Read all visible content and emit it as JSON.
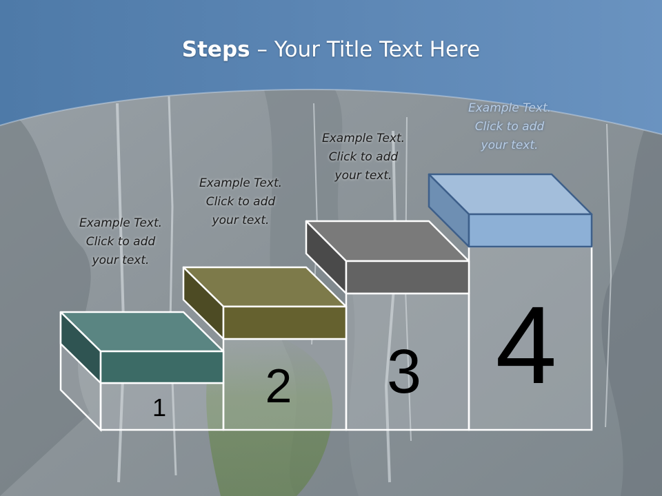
{
  "slide": {
    "title_bold": "Steps",
    "title_rest": " – Your Title Text Here"
  },
  "steps": [
    {
      "number": "1",
      "text": "Example Text.\nClick  to add\nyour text.",
      "color": "#3c6b66"
    },
    {
      "number": "2",
      "text": "Example Text.\nClick  to add\nyour text.",
      "color": "#65612f"
    },
    {
      "number": "3",
      "text": "Example Text.\nClick  to add\nyour text.",
      "color": "#636363"
    },
    {
      "number": "4",
      "text": "Example Text.\nClick  to add\nyour text.",
      "color": "#a3bedb"
    }
  ]
}
